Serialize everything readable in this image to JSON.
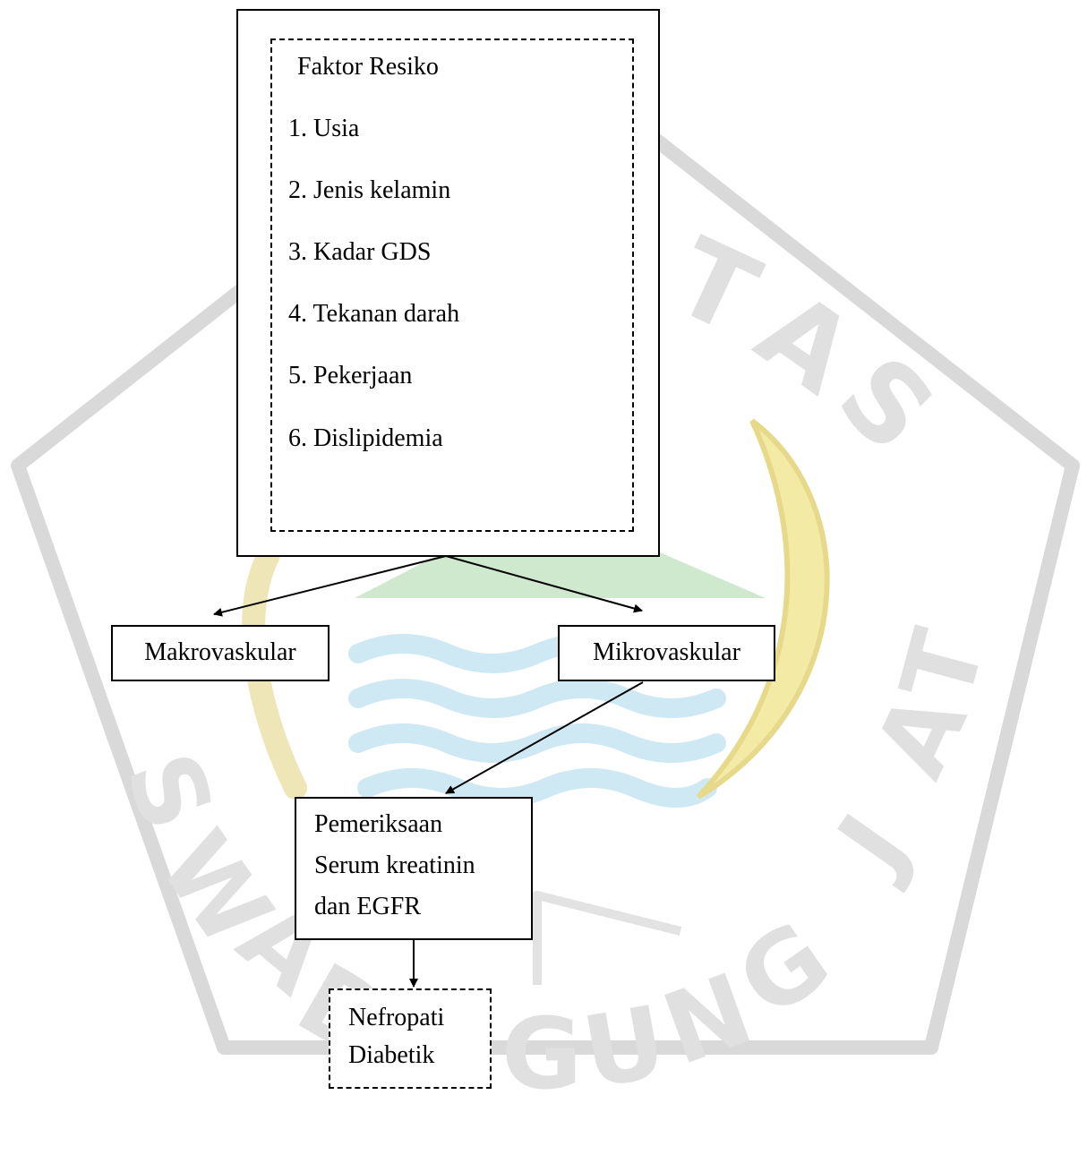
{
  "risk_factors": {
    "title": "Faktor Resiko",
    "items": [
      "1. Usia",
      "2. Jenis kelamin",
      "3. Kadar GDS",
      "4. Tekanan darah",
      "5. Pekerjaan",
      "6. Dislipidemia"
    ]
  },
  "makrovaskular": "Makrovaskular",
  "mikrovaskular": "Mikrovaskular",
  "pemeriksaan": {
    "lines": [
      "Pemeriksaan",
      "Serum kreatinin",
      "dan EGFR"
    ]
  },
  "nefropati": {
    "lines": [
      "Nefropati",
      "Diabetik"
    ]
  },
  "watermark": {
    "top_text": "UNIVERSITAS",
    "bottom_text": "SWADAYA GUNUNG JATI"
  },
  "colors": {
    "stroke": "#000000",
    "watermark_gray": "#d9d9d9",
    "watermark_green": "#cfe9cf",
    "watermark_blue": "#cfe9f4",
    "watermark_yellow": "#f3eaa6"
  }
}
